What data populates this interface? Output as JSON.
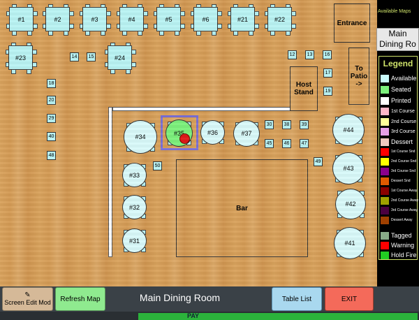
{
  "floor": {
    "top_row_tables": [
      "#1",
      "#2",
      "#3",
      "#4",
      "#5",
      "#6",
      "#21",
      "#22"
    ],
    "table_23": "#23",
    "table_24": "#24",
    "small_tables": [
      "14",
      "15",
      "12",
      "13",
      "16",
      "18",
      "20",
      "29",
      "40",
      "48",
      "17",
      "19",
      "50",
      "30",
      "38",
      "39",
      "45",
      "46",
      "47",
      "49"
    ],
    "round_tables": [
      "#34",
      "#36",
      "#37",
      "#44",
      "#33",
      "#43",
      "#32",
      "#42",
      "#31",
      "#41"
    ],
    "seated_table": "#35",
    "entrance_label": "Entrance",
    "host_stand_label": "Host Stand",
    "to_patio_label": "To Patio ->",
    "bar_label": "Bar"
  },
  "sidebar": {
    "available_maps": "Available Maps",
    "current_map_tab": "Main Dining Ro",
    "legend_title": "Legend",
    "legend": [
      {
        "label": "Available",
        "color": "#c9fbfb",
        "size": 9
      },
      {
        "label": "Seated",
        "color": "#7cf07c",
        "size": 9
      },
      {
        "label": "Printed",
        "color": "#ffffff",
        "size": 9
      },
      {
        "label": "1st Course",
        "color": "#ffb6c8",
        "size": 7
      },
      {
        "label": "2nd Course",
        "color": "#ffff99",
        "size": 7
      },
      {
        "label": "3rd Course",
        "color": "#e8a0e8",
        "size": 7
      },
      {
        "label": "Dessert",
        "color": "#f0c8c0",
        "size": 9
      },
      {
        "label": "1st Course Snd",
        "color": "#ff0000",
        "size": 5
      },
      {
        "label": "2nd Course Snd",
        "color": "#ffff00",
        "size": 5
      },
      {
        "label": "3rd Course Snd",
        "color": "#8b008b",
        "size": 5
      },
      {
        "label": "Dessert Snd",
        "color": "#e05a00",
        "size": 5
      },
      {
        "label": "1st Course Away",
        "color": "#8b0000",
        "size": 5
      },
      {
        "label": "2nd Course Away",
        "color": "#a0a000",
        "size": 5
      },
      {
        "label": "3rd Course Away",
        "color": "#4b0040",
        "size": 5
      },
      {
        "label": "Dessert Away",
        "color": "#a04000",
        "size": 5
      },
      {
        "label": "Tagged",
        "color": "#88aa88",
        "size": 9
      },
      {
        "label": "Warning",
        "color": "#ff0000",
        "size": 9
      },
      {
        "label": "Hold Fire",
        "color": "#22cc22",
        "size": 9
      }
    ]
  },
  "bottom": {
    "screen_edit": "Screen Edit Mod",
    "refresh_map": "Refresh Map",
    "title": "Main Dining Room",
    "table_list": "Table List",
    "exit": "EXIT",
    "pay": "PAY"
  }
}
